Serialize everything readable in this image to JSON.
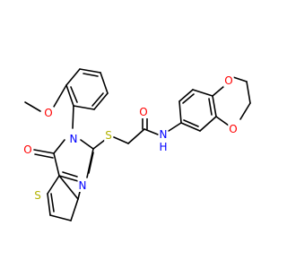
{
  "colors": {
    "background": "#ffffff",
    "bond": "#000000",
    "oxygen": "#ff0000",
    "nitrogen": "#0000ff",
    "sulfur": "#b2b200",
    "carbon": "#000000"
  },
  "atoms": {
    "o_methoxy": {
      "label": "O",
      "color": "oxygen"
    },
    "o_carbonyl_ring": {
      "label": "O",
      "color": "oxygen"
    },
    "n_ring_3": {
      "label": "N",
      "color": "nitrogen"
    },
    "n_ring_1": {
      "label": "N",
      "color": "nitrogen"
    },
    "s_thioether": {
      "label": "S",
      "color": "sulfur"
    },
    "s_thiophene": {
      "label": "S",
      "color": "sulfur"
    },
    "o_amide": {
      "label": "O",
      "color": "oxygen"
    },
    "nh_amide": {
      "label": "N",
      "color": "nitrogen"
    },
    "h_amide": {
      "label": "H",
      "color": "nitrogen"
    },
    "o_dioxane_top": {
      "label": "O",
      "color": "oxygen"
    },
    "o_dioxane_bottom": {
      "label": "O",
      "color": "oxygen"
    }
  }
}
